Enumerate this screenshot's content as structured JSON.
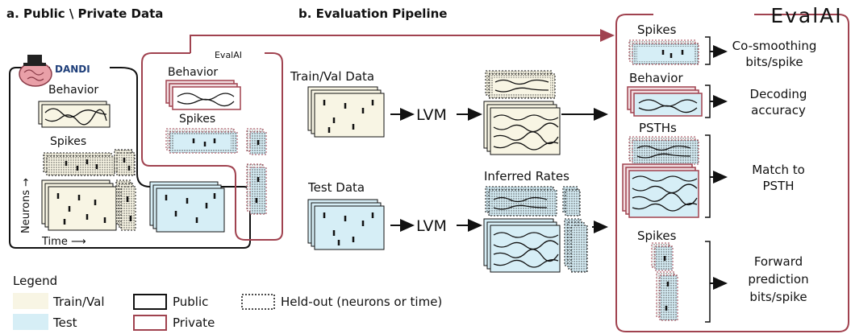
{
  "panel_a": {
    "title": "a. Public \\ Private Data",
    "dandi": "DANDI",
    "evalai_small": "EvalAI",
    "behavior": "Behavior",
    "spikes": "Spikes",
    "private_behavior": "Behavior",
    "private_spikes": "Spikes",
    "neurons_axis": "Neurons →",
    "time_axis": "Time ⟶"
  },
  "panel_b": {
    "title": "b. Evaluation Pipeline",
    "train_val_data": "Train/Val Data",
    "test_data": "Test Data",
    "lvm_top": "LVM",
    "lvm_bottom": "LVM",
    "inferred_rates": "Inferred Rates"
  },
  "evalai_panel": {
    "logo": "EvalAI",
    "spikes_top": "Spikes",
    "behavior": "Behavior",
    "psths": "PSTHs",
    "spikes_bottom": "Spikes",
    "metric1": [
      "Co-smoothing",
      "bits/spike"
    ],
    "metric2": [
      "Decoding",
      "accuracy"
    ],
    "metric3": [
      "Match to",
      "PSTH"
    ],
    "metric4": [
      "Forward",
      "prediction",
      "bits/spike"
    ]
  },
  "legend": {
    "title": "Legend",
    "train_val": "Train/Val",
    "test": "Test",
    "public": "Public",
    "private": "Private",
    "held_out": "Held-out (neurons or time)"
  },
  "colors": {
    "train_val_fill": "#f8f5e4",
    "test_fill": "#d6eef6",
    "private_border": "#a0424f",
    "public_border": "#111111"
  }
}
